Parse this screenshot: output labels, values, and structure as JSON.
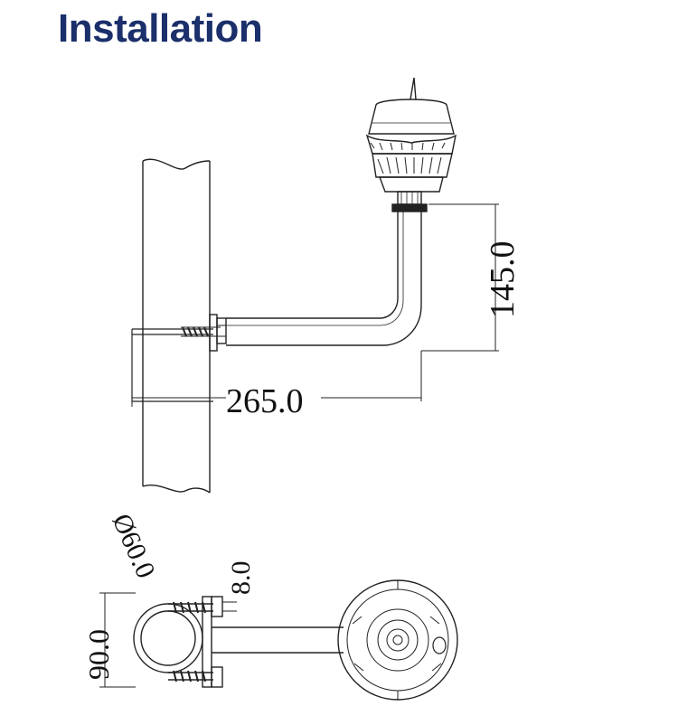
{
  "page": {
    "title": "Installation"
  },
  "dimensions": {
    "light_height": "145.0",
    "arm_length": "265.0",
    "pole_diameter": "Ø60.0",
    "bolt_offset": "8.0",
    "clamp_height": "90.0"
  },
  "colors": {
    "title": "#1b2f6b",
    "line": "#222222"
  }
}
